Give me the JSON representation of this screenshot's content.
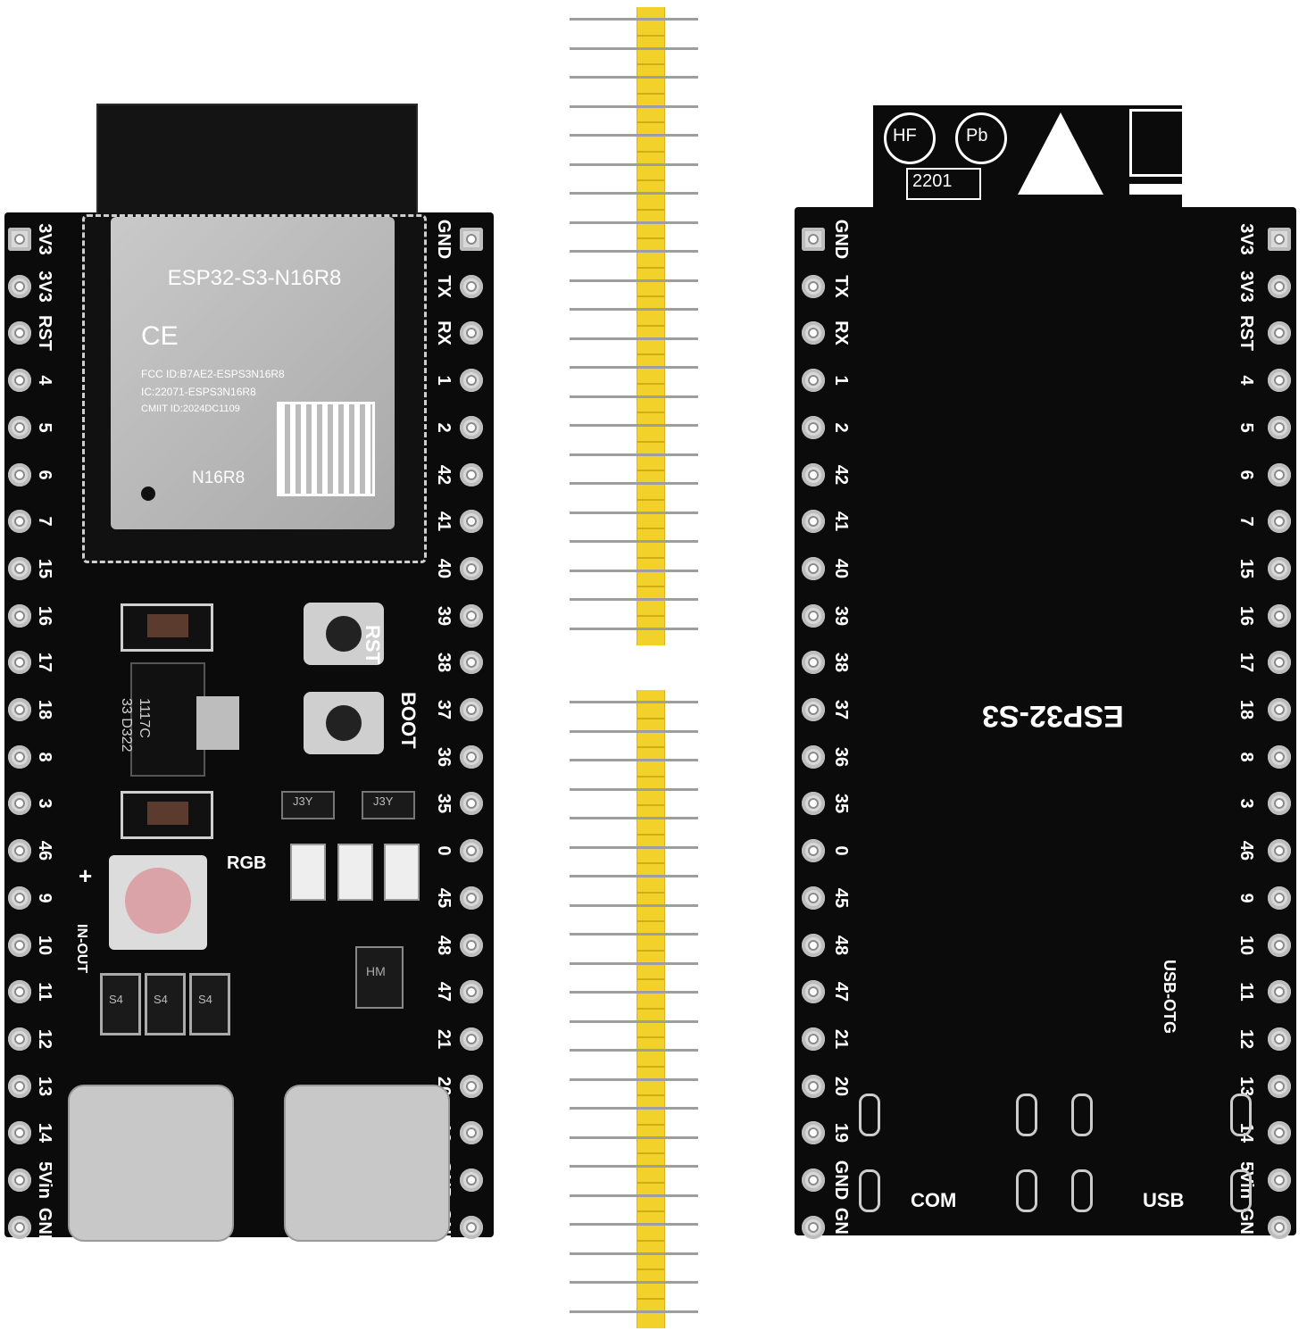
{
  "front_board": {
    "module_name": "ESP32-S3-N16R8",
    "module_ce": "CE",
    "module_fcc": "FCC ID:B7AE2-ESPS3N16R8",
    "module_ic": "IC:22071-ESPS3N16R8",
    "module_cmiit": "CMIIT ID:2024DC1109",
    "module_variant": "N16R8",
    "left_pins": [
      "3V3",
      "3V3",
      "RST",
      "4",
      "5",
      "6",
      "7",
      "15",
      "16",
      "17",
      "18",
      "8",
      "3",
      "46",
      "9",
      "10",
      "11",
      "12",
      "13",
      "14",
      "5Vin",
      "GND"
    ],
    "right_pins": [
      "GND",
      "TX",
      "RX",
      "1",
      "2",
      "42",
      "41",
      "40",
      "39",
      "38",
      "37",
      "36",
      "35",
      "0",
      "45",
      "48",
      "47",
      "21",
      "20",
      "19",
      "GND",
      "GND"
    ],
    "button_rst": "RST",
    "button_boot": "BOOT",
    "rgb_label": "RGB",
    "plus_label": "+",
    "inout_label": "IN-OUT",
    "regulator_top": "1117C",
    "regulator_bottom": "33 D322",
    "transistor_1": "J3Y",
    "transistor_2": "J3Y",
    "diode_1": "S4",
    "diode_2": "S4",
    "diode_3": "S4",
    "chip_marking": "HM"
  },
  "back_board": {
    "title": "ESP32-S3",
    "cert_hf": "HF",
    "cert_pb": "Pb",
    "date_code": "2201",
    "left_pins": [
      "GND",
      "TX",
      "RX",
      "1",
      "2",
      "42",
      "41",
      "40",
      "39",
      "38",
      "37",
      "36",
      "35",
      "0",
      "45",
      "48",
      "47",
      "21",
      "20",
      "19",
      "GND",
      "GND"
    ],
    "right_pins": [
      "3V3",
      "3V3",
      "RST",
      "4",
      "5",
      "6",
      "7",
      "15",
      "16",
      "17",
      "18",
      "8",
      "3",
      "46",
      "9",
      "10",
      "11",
      "12",
      "13",
      "14",
      "5Vin",
      "GND"
    ],
    "com_label": "COM",
    "usb_label": "USB",
    "usb_otg_label": "USB-OTG"
  },
  "colors": {
    "pcb": "#0b0b0b",
    "header": "#f2d12b",
    "shield": "#bdbdbd",
    "silkscreen": "#ffffff"
  }
}
